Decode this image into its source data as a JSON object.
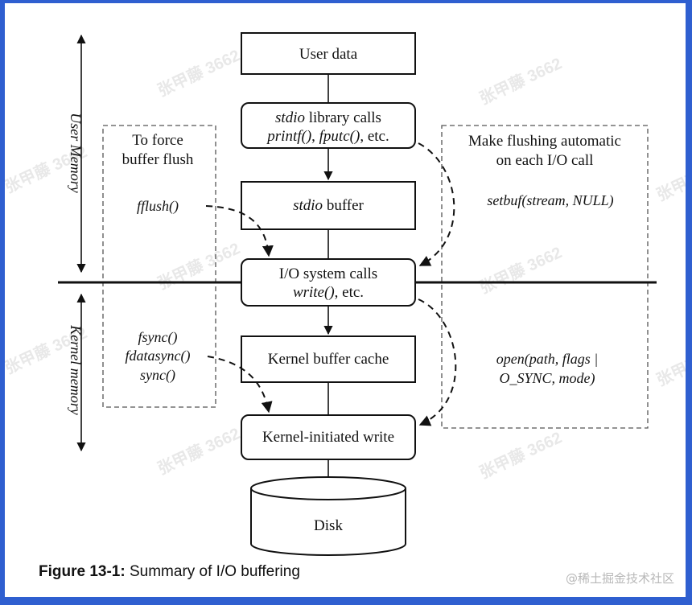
{
  "boxes": {
    "user_data": "User data",
    "stdio_calls_l1_a": "stdio",
    "stdio_calls_l1_b": " library calls",
    "stdio_calls_l2_a": "printf()",
    "stdio_calls_l2_b": ", ",
    "stdio_calls_l2_c": "fputc()",
    "stdio_calls_l2_d": ", etc.",
    "stdio_buffer_a": "stdio",
    "stdio_buffer_b": " buffer",
    "io_calls_l1": "I/O system calls",
    "io_calls_l2_a": "write()",
    "io_calls_l2_b": ", etc.",
    "kernel_cache": "Kernel buffer cache",
    "kernel_write": "Kernel-initiated write",
    "disk": "Disk"
  },
  "side_labels": {
    "user_memory": "User Memory",
    "kernel_memory": "Kernel memory"
  },
  "left_panel": {
    "title_l1": "To force",
    "title_l2": "buffer flush",
    "fflush": "fflush()",
    "fsync": "fsync()",
    "fdatasync": "fdatasync()",
    "sync": "sync()"
  },
  "right_panel": {
    "title_l1": "Make flushing automatic",
    "title_l2": "on each I/O call",
    "setbuf": "setbuf(stream, NULL)",
    "open_l1": "open(path, flags |",
    "open_l2": "O_SYNC, mode)"
  },
  "caption": {
    "label": "Figure 13-1:",
    "text": " Summary of I/O buffering"
  },
  "watermark": {
    "text": "张甲藤 3662",
    "credit": "@稀土掘金技术社区"
  },
  "colors": {
    "frame_border": "#2f5fd0",
    "ink": "#111111",
    "dashed_panel": "#555555"
  }
}
